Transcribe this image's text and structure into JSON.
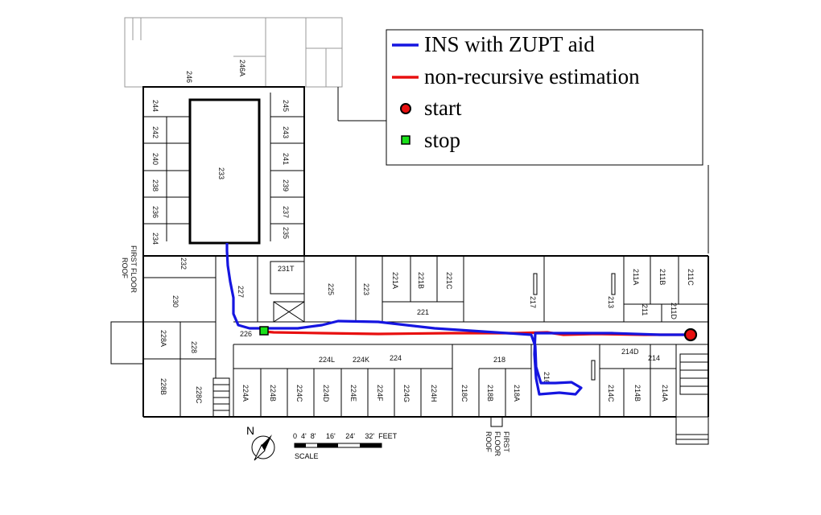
{
  "legend": {
    "items": [
      {
        "label": "INS with ZUPT aid",
        "color": "#1515e0",
        "kind": "line"
      },
      {
        "label": "non-recursive estimation",
        "color": "#e81010",
        "kind": "line"
      },
      {
        "label": "start",
        "color": "#e81010",
        "kind": "circle"
      },
      {
        "label": "stop",
        "color": "#19e019",
        "kind": "square"
      }
    ]
  },
  "rooms": {
    "r246": "246",
    "r246A": "246A",
    "r244": "244",
    "r242": "242",
    "r240": "240",
    "r238": "238",
    "r236": "236",
    "r234": "234",
    "r245": "245",
    "r243": "243",
    "r241": "241",
    "r239": "239",
    "r237": "237",
    "r235": "235",
    "r233": "233",
    "r232": "232",
    "r230": "230",
    "r228A": "228A",
    "r228": "228",
    "r228B": "228B",
    "r228C": "228C",
    "r227": "227",
    "r226": "226",
    "r231T": "231T",
    "r225": "225",
    "r223": "223",
    "r221A": "221A",
    "r221B": "221B",
    "r221C": "221C",
    "r221": "221",
    "r217": "217",
    "r213": "213",
    "r211A": "211A",
    "r211B": "211B",
    "r211C": "211C",
    "r211": "211",
    "r211D": "211D",
    "r224L": "224L",
    "r224K": "224K",
    "r224": "224",
    "r218": "218",
    "r214D": "214D",
    "r214": "214",
    "r216": "216",
    "r224A": "224A",
    "r224B": "224B",
    "r224C": "224C",
    "r224D": "224D",
    "r224E": "224E",
    "r224F": "224F",
    "r224G": "224G",
    "r224H": "224H",
    "r218C": "218C",
    "r218B": "218B",
    "r218A": "218A",
    "r214C": "214C",
    "r214B": "214B",
    "r214A": "214A"
  },
  "annotations": {
    "first_floor_roof_left": [
      "FIRST",
      "FLOOR",
      "ROOF"
    ],
    "first_floor_roof_bottom": [
      "FIRST",
      "FLOOR",
      "ROOF"
    ],
    "north": "N",
    "scale_ticks": "0  4'  8'     16'     24'     32'  FEET",
    "scale_label": "SCALE"
  },
  "trajectories": {
    "ins_zupt": {
      "color": "#1515e0"
    },
    "non_recursive": {
      "color": "#e81010"
    }
  }
}
